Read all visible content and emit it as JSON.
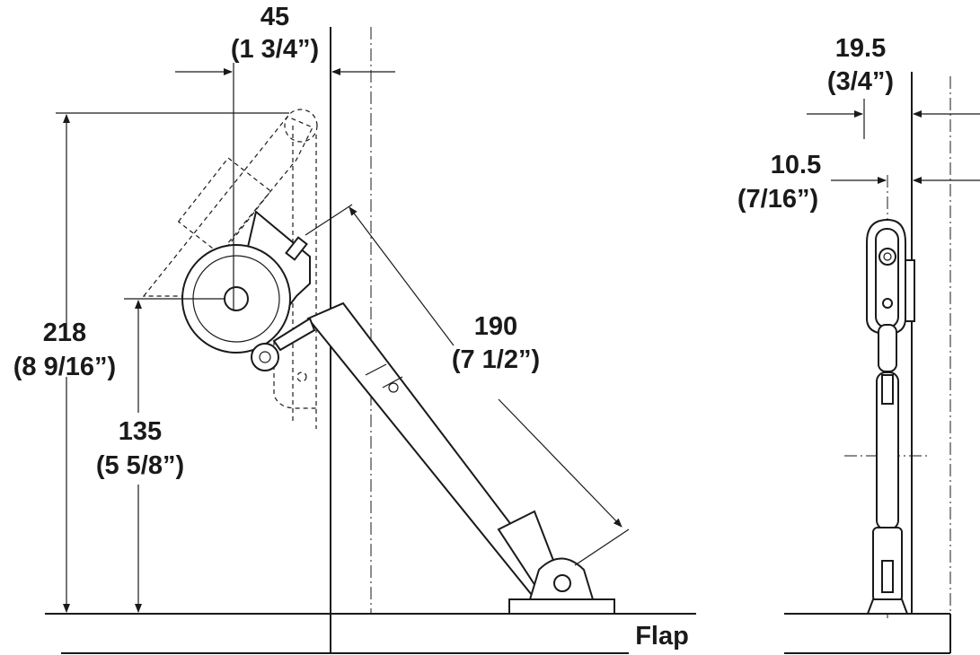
{
  "side_view": {
    "dim_width": {
      "mm": "45",
      "in": "(1 3/4”)"
    },
    "dim_height_total": {
      "mm": "218",
      "in": "(8 9/16”)"
    },
    "dim_height_pivot": {
      "mm": "135",
      "in": "(5 5/8”)"
    },
    "dim_stay_length": {
      "mm": "190",
      "in": "(7 1/2”)"
    },
    "flap_label": "Flap"
  },
  "front_view": {
    "dim_outer": {
      "mm": "19.5",
      "in": "(3/4”)"
    },
    "dim_inner": {
      "mm": "10.5",
      "in": "(7/16”)"
    }
  }
}
